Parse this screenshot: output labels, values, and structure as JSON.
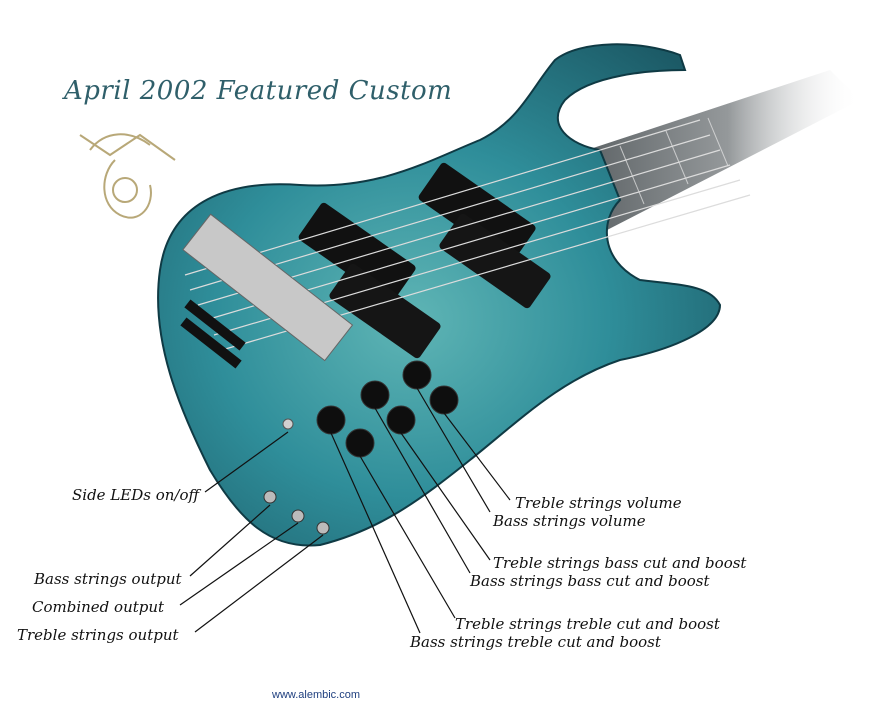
{
  "title": "April 2002 Featured Custom",
  "footer": "www.alembic.com",
  "labels": {
    "side_leds": "Side LEDs on/off",
    "bass_output": "Bass strings output",
    "combined_output": "Combined output",
    "treble_output": "Treble strings output",
    "treble_volume": "Treble strings volume",
    "bass_volume": "Bass strings volume",
    "treble_bass_cut": "Treble strings bass cut and boost",
    "bass_bass_cut": "Bass strings bass cut and boost",
    "treble_treble_cut": "Treble strings treble cut and boost",
    "bass_treble_cut": "Bass strings treble cut and boost"
  },
  "colors": {
    "body": "#2f8e9a",
    "title": "#2f5f6a"
  },
  "logo_icon": "alembic-logo-icon"
}
